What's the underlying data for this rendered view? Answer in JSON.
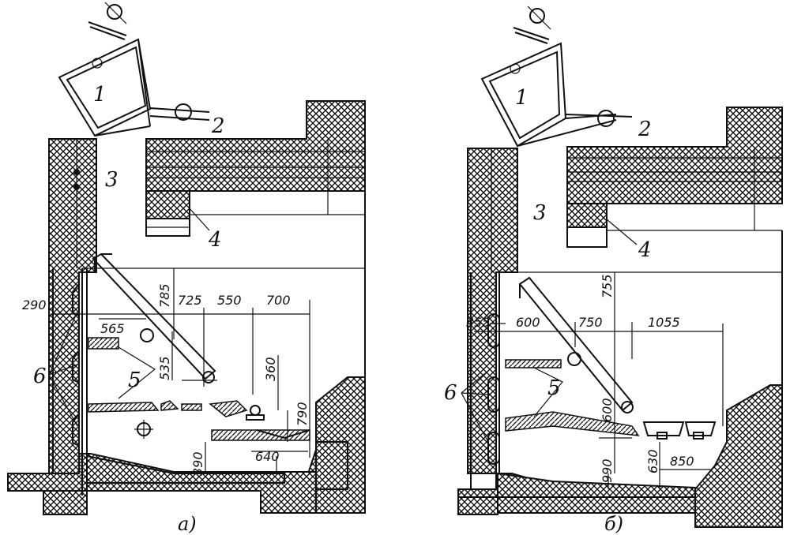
{
  "fig_a": {
    "caption": "а)",
    "callouts": {
      "c1": "1",
      "c2": "2",
      "c3": "3",
      "c4": "4",
      "c5": "5",
      "c6": "6"
    },
    "dims": [
      "290",
      "565",
      "785",
      "725",
      "550",
      "700",
      "535",
      "360",
      "790",
      "640",
      "390"
    ]
  },
  "fig_b": {
    "caption": "б)",
    "callouts": {
      "c1": "1",
      "c2": "2",
      "c3": "3",
      "c4": "4",
      "c5": "5",
      "c6": "6"
    },
    "dims": [
      "755",
      "355",
      "600",
      "750",
      "1055",
      "600",
      "990",
      "630",
      "850"
    ]
  }
}
